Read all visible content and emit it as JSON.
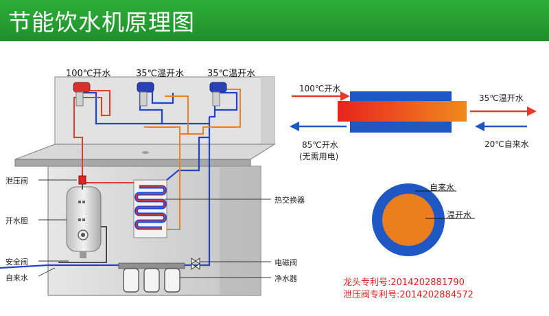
{
  "title": "节能饮水机原理图",
  "faucets": [
    "100℃开水",
    "35℃温开水",
    "35℃温开水"
  ],
  "parts": {
    "pressure_valve": "泄压阀",
    "boiler": "开水胆",
    "safety_valve": "安全阀",
    "tap_water": "自来水",
    "heat_exchanger": "热交换器",
    "solenoid_valve": "电磁阀",
    "purifier": "净水器"
  },
  "exchanger_diagram": {
    "hot_in": "100℃开水",
    "warm_out": "35℃温开水",
    "boiler_in_line1": "85℃开水",
    "boiler_in_line2": "(无需用电)",
    "cold_in": "20℃自来水"
  },
  "cross_section": {
    "outer": "自来水",
    "inner": "温开水"
  },
  "patents": [
    "龙头专利号:2014202881790",
    "泄压阀专利号:2014202884572"
  ],
  "colors": {
    "banner": "#22a031",
    "hot": "#e53a2a",
    "warm": "#e8821e",
    "cold": "#2244cc",
    "patent_text": "#e02020"
  }
}
